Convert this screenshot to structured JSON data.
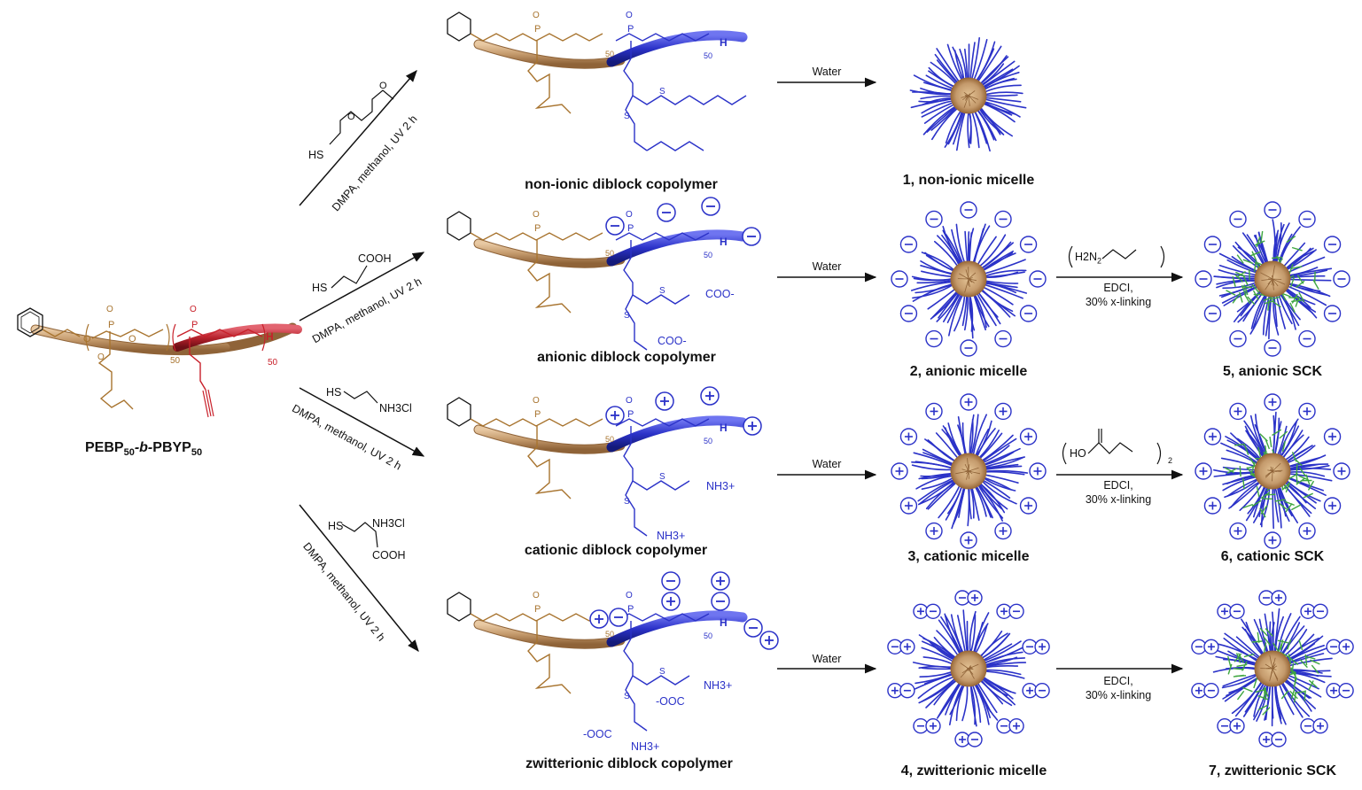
{
  "starting_material": {
    "label_main": "PEBP",
    "label_sub1": "50",
    "label_mid": "-b-",
    "label_main2": "PBYP",
    "label_sub2": "50",
    "repeat_left": "50",
    "repeat_right": "50",
    "end_group": "H"
  },
  "reactions": [
    {
      "reagent_line1": "HS",
      "conditions": "DMPA, methanol, UV 2 h"
    },
    {
      "reagent_line1": "HS",
      "reagent_line2": "COOH",
      "conditions": "DMPA, methanol, UV 2 h"
    },
    {
      "reagent_line1": "HS",
      "reagent_line2": "NH3Cl",
      "conditions": "DMPA, methanol, UV 2 h"
    },
    {
      "reagent_line1": "HS",
      "reagent_line2": "NH3Cl",
      "reagent_line3": "COOH",
      "conditions": "DMPA, methanol, UV 2 h"
    }
  ],
  "copolymers": [
    {
      "name": "non-ionic diblock copolymer",
      "repeat_a": "50",
      "repeat_b": "50",
      "end": "H"
    },
    {
      "name": "anionic diblock copolymer",
      "repeat_a": "50",
      "repeat_b": "50",
      "end": "H",
      "side1": "COO-",
      "side2": "COO-"
    },
    {
      "name": "cationic diblock copolymer",
      "repeat_a": "50",
      "repeat_b": "50",
      "end": "H",
      "side1": "NH3+",
      "side2": "NH3+"
    },
    {
      "name": "zwitterionic diblock copolymer",
      "repeat_a": "50",
      "repeat_b": "50",
      "end": "H",
      "side1": "NH3+",
      "side1b": "-OOC",
      "side2": "-OOC",
      "side2b": "NH3+"
    }
  ],
  "assembly": {
    "solvent": "Water"
  },
  "micelles": [
    {
      "label": "1, non-ionic micelle",
      "charge": "none"
    },
    {
      "label": "2, anionic micelle",
      "charge": "anionic"
    },
    {
      "label": "3, cationic micelle",
      "charge": "cationic"
    },
    {
      "label": "4, zwitterionic micelle",
      "charge": "zwitterionic"
    }
  ],
  "crosslinking": [
    {
      "reagent": "H2N",
      "reagent_sub": "2",
      "conditions_1": "EDCI,",
      "conditions_2": "30% x-linking"
    },
    {
      "reagent": "HO",
      "reagent_sub": "2",
      "conditions_1": "EDCI,",
      "conditions_2": "30% x-linking"
    },
    {
      "conditions_1": "EDCI,",
      "conditions_2": "30% x-linking"
    }
  ],
  "sck": [
    {
      "label": "5, anionic SCK",
      "charge": "anionic"
    },
    {
      "label": "6, cationic SCK",
      "charge": "cationic"
    },
    {
      "label": "7, zwitterionic SCK",
      "charge": "zwitterionic"
    }
  ],
  "colors": {
    "core_tan": "#c49a6c",
    "core_outline": "#9a6a3a",
    "corona_blue": "#2b32c8",
    "alkyne_red": "#c8202a",
    "crosslink_green": "#3fa640",
    "chem_brown": "#a8742f",
    "text": "#111111"
  }
}
